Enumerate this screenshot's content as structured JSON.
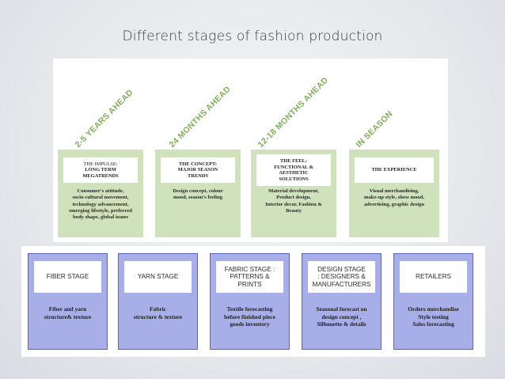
{
  "title": "Different stages of fashion production",
  "timeline": [
    {
      "time_label": "2-5 YEARS AHEAD",
      "box_lines": [
        "THE IMPULSE:",
        "LONG TERM",
        "MEGATRENDS"
      ],
      "desc_lines": [
        "Consumer's attitude,",
        "socio-cultural movement,",
        "technology advancement,",
        "emerging lifestyle, preferred",
        "body shape, global issues"
      ]
    },
    {
      "time_label": "24 MONTHS AHEAD",
      "box_lines": [
        "THE CONCEPT:",
        "MAJOR SEASON",
        "TRENDS"
      ],
      "desc_lines": [
        "Design concept, colour",
        "mood, season's feeling"
      ]
    },
    {
      "time_label": "12-18 MONTHS AHEAD",
      "box_lines": [
        "THE FEEL:",
        "FUNCTIONAL &",
        "AESTHETIC",
        "SOLUTIONS"
      ],
      "desc_lines": [
        "Material development,",
        "Product design,",
        "Interior decor, Fashion &",
        "Beauty"
      ]
    },
    {
      "time_label": "IN SEASON",
      "box_lines": [
        "THE EXPERIENCE"
      ],
      "desc_lines": [
        "Visual merchandising,",
        "make-up style, show mood,",
        "advertising, graphic design"
      ]
    }
  ],
  "production": [
    {
      "box_lines": [
        "FIBER STAGE"
      ],
      "desc_lines": [
        "Fiber and yarn",
        "structure& texture"
      ]
    },
    {
      "box_lines": [
        "YARN STAGE"
      ],
      "desc_lines": [
        "Fabric",
        "structure & texture"
      ]
    },
    {
      "box_lines": [
        "FABRIC STAGE :",
        "PATTERNS &",
        "PRINTS"
      ],
      "desc_lines": [
        "Textile forecasting",
        "before finished piece",
        "goods inventory"
      ]
    },
    {
      "box_lines": [
        "DESIGN STAGE",
        ": DESIGNERS &",
        "MANUFACTURERS"
      ],
      "desc_lines": [
        "Seasonal forecast on",
        "design concept ,",
        "Silhouette & details"
      ]
    },
    {
      "box_lines": [
        "RETAILERS"
      ],
      "desc_lines": [
        "Orders merchandise",
        "Style testing",
        "Sales forecasting"
      ]
    }
  ],
  "colors": {
    "green_panel": "#cfe2bb",
    "green_text": "#7fae5a",
    "blue_panel": "#a7aee8",
    "blue_border": "#5b63b8"
  }
}
